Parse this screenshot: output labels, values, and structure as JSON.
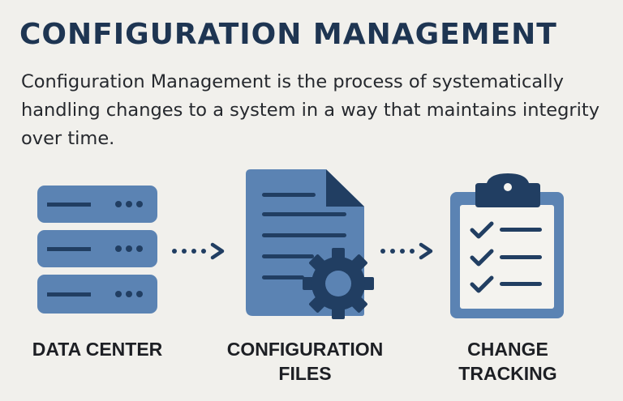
{
  "title": "CONFIGURATION MANAGEMENT",
  "description": "Configuration Management is the process of systematically handling changes to a system in a way that maintains integrity over time.",
  "steps": [
    {
      "id": "data-center",
      "lines": [
        "DATA CENTER"
      ],
      "icon": "server-rack-icon"
    },
    {
      "id": "configuration-files",
      "lines": [
        "CONFIGURATION",
        "FILES"
      ],
      "icon": "document-gear-icon"
    },
    {
      "id": "change-tracking",
      "lines": [
        "CHANGE",
        "TRACKING"
      ],
      "icon": "clipboard-checklist-icon"
    }
  ],
  "colors": {
    "background": "#f1f0ec",
    "icon_fill": "#5b83b3",
    "icon_dark": "#213e62",
    "title": "#1e3552"
  }
}
